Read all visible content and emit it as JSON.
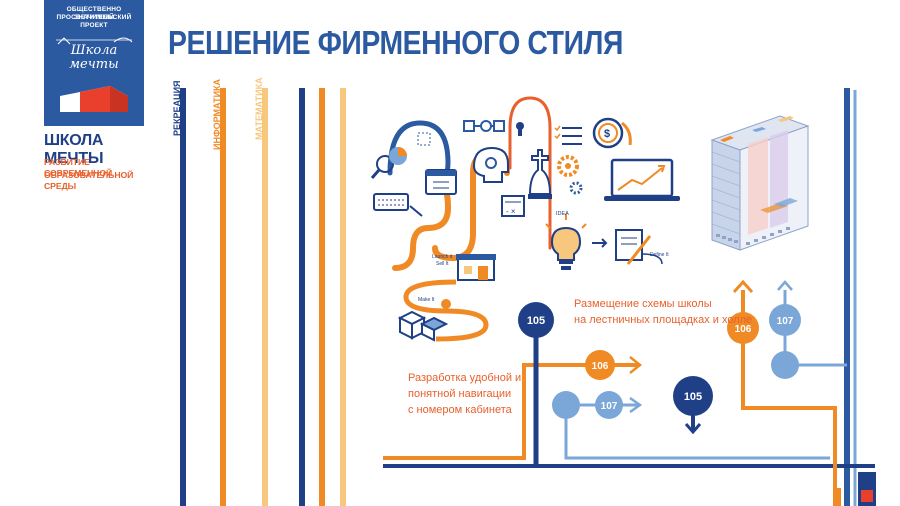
{
  "logo": {
    "top_line1": "ОБЩЕСТВЕННО ЗНАЧИМЫЙ",
    "top_line2": "ПРОСВЕТИТЕЛЬСКИЙ ПРОЕКТ",
    "script_line1": "Школа",
    "script_line2": "мечты"
  },
  "brand": {
    "name": "ШКОЛА МЕЧТЫ",
    "subtitle_line1": "РАЗВИТИЕ СОВРЕМЕННОЙ",
    "subtitle_line2": "ОБРАЗОВАТЕЛЬНОЙ СРЕДЫ"
  },
  "title": "РЕШЕНИЕ ФИРМЕННОГО СТИЛЯ",
  "stripe_labels": {
    "recreation": "РЕКРЕАЦИЯ",
    "informatics": "ИНФОРМАТИКА",
    "mathematics": "МАТЕМАТИКА"
  },
  "illustration_labels": {
    "idea": "IDEA",
    "define": "Define It",
    "launch_line1": "Launch it",
    "launch_line2": "Sell It",
    "make": "Make It"
  },
  "annotations": {
    "scheme_line1": "Размещение схемы школы",
    "scheme_line2": "на лестничных площадках и холле",
    "nav_line1": "Разработка удобной и",
    "nav_line2": "понятной навигации",
    "nav_line3": "с номером кабинета"
  },
  "room_markers": {
    "r105": "105",
    "r106": "106",
    "r107": "107"
  },
  "colors": {
    "navy": "#1f3f86",
    "blue": "#2c5aa0",
    "orange": "#f08a24",
    "light_orange": "#f7c77e",
    "light_blue": "#7ba7d8",
    "red_orange": "#e8612c"
  }
}
